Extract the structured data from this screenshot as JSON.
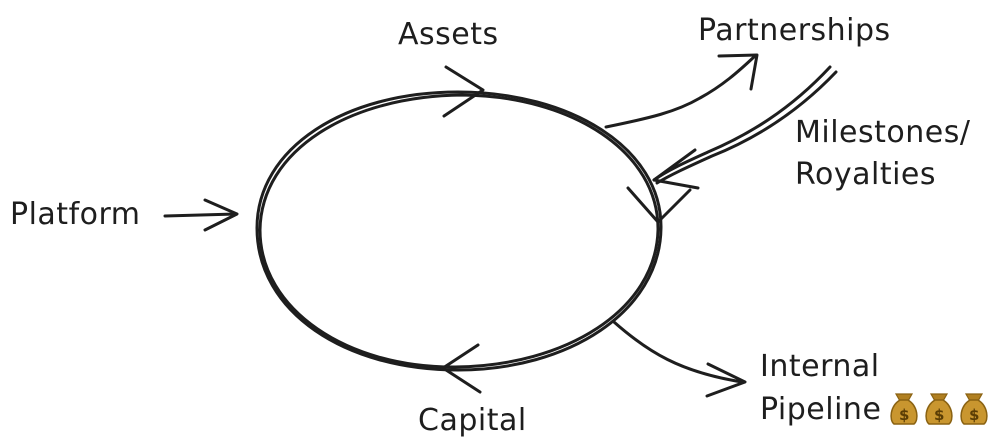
{
  "diagram": {
    "labels": {
      "assets": "Assets",
      "partnerships": "Partnerships",
      "milestones_line1": "Milestones/",
      "milestones_line2": "Royalties",
      "platform": "Platform",
      "internal_line1": "Internal",
      "internal_line2": "Pipeline",
      "capital": "Capital"
    },
    "icons": [
      "money-bag-icon",
      "money-bag-icon",
      "money-bag-icon"
    ],
    "colors": {
      "ink": "#1e1e1e",
      "background": "#ffffff",
      "money_bag": "#c9962f"
    }
  }
}
